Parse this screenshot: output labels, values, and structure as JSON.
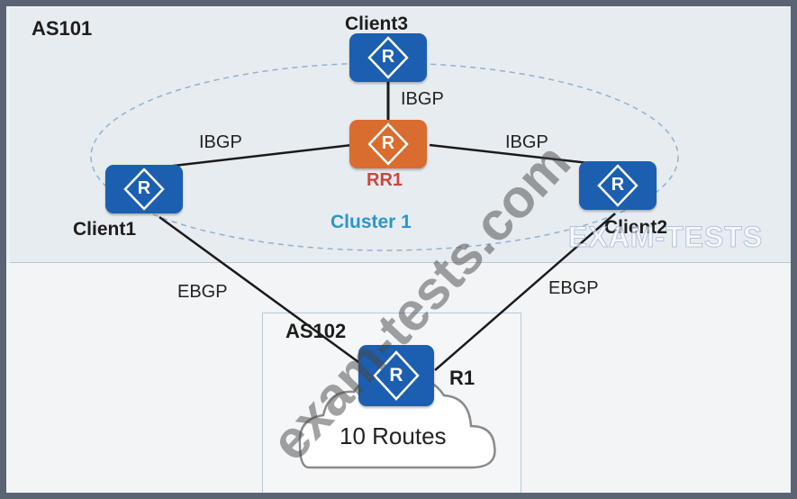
{
  "areas": {
    "as101": "AS101",
    "as102": "AS102",
    "cluster": "Cluster 1"
  },
  "routers": {
    "client3": "Client3",
    "rr1": "RR1",
    "client1": "Client1",
    "client2": "Client2",
    "r1": "R1",
    "router_glyph": "R"
  },
  "links": {
    "client3_rr1": "IBGP",
    "client1_rr1": "IBGP",
    "client2_rr1": "IBGP",
    "client1_r1": "EBGP",
    "client2_r1": "EBGP"
  },
  "cloud": {
    "label": "10 Routes"
  },
  "watermarks": {
    "diagonal": "exam-tests.com",
    "logo": "EXAM-TESTS"
  },
  "colors": {
    "router_blue": "#1c5fb0",
    "rr_orange": "#d86d2f",
    "rr_label": "#d0443a",
    "cluster_label": "#2d95c9"
  }
}
